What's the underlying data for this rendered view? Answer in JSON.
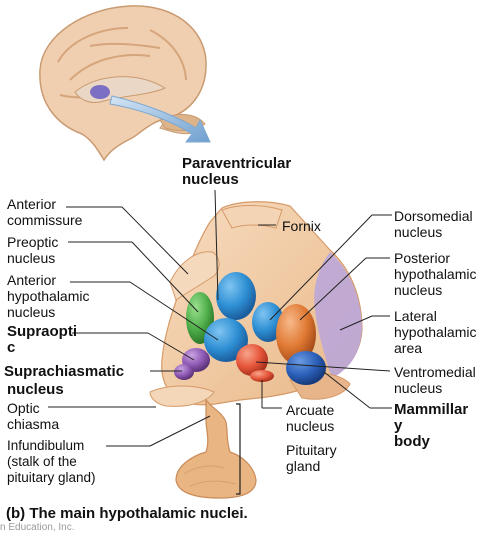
{
  "labels": {
    "paraventricular": "Paraventricular\nnucleus",
    "anterior_commissure": "Anterior\ncommissure",
    "preoptic": "Preoptic\nnucleus",
    "anterior_hypothalamic": "Anterior\nhypothalamic\nnucleus",
    "supraoptic": "Supraopti\nc",
    "suprachiasmatic": "Suprachiasmatic",
    "nucleus_under_supraoptic": "nucleus",
    "optic_chiasma": "Optic\nchiasma",
    "infundibulum": "Infundibulum\n(stalk of the\npituitary gland)",
    "fornix": "Fornix",
    "dorsomedial": "Dorsomedial\nnucleus",
    "posterior_hypothalamic": "Posterior\nhypothalamic\nnucleus",
    "lateral_hypothalamic": "Lateral\nhypothalamic\narea",
    "ventromedial": "Ventromedial\nnucleus",
    "mammillary": "Mammillar\ny\nbody",
    "arcuate": "Arcuate\nnucleus",
    "pituitary": "Pituitary\ngland"
  },
  "caption": "(b) The main hypothalamic nuclei.",
  "credit": "n Education, Inc.",
  "colors": {
    "tissue": "#f1c9a0",
    "tissue_dark": "#e3ad7c",
    "lateral_area": "#bba6d8",
    "blue": "#2e8fd3",
    "green": "#4fae4a",
    "purple": "#8e58b3",
    "orange": "#e07a34",
    "red_orange": "#e6563a",
    "dark_blue": "#2b5fb8",
    "arrow": "#8fb6d9"
  }
}
